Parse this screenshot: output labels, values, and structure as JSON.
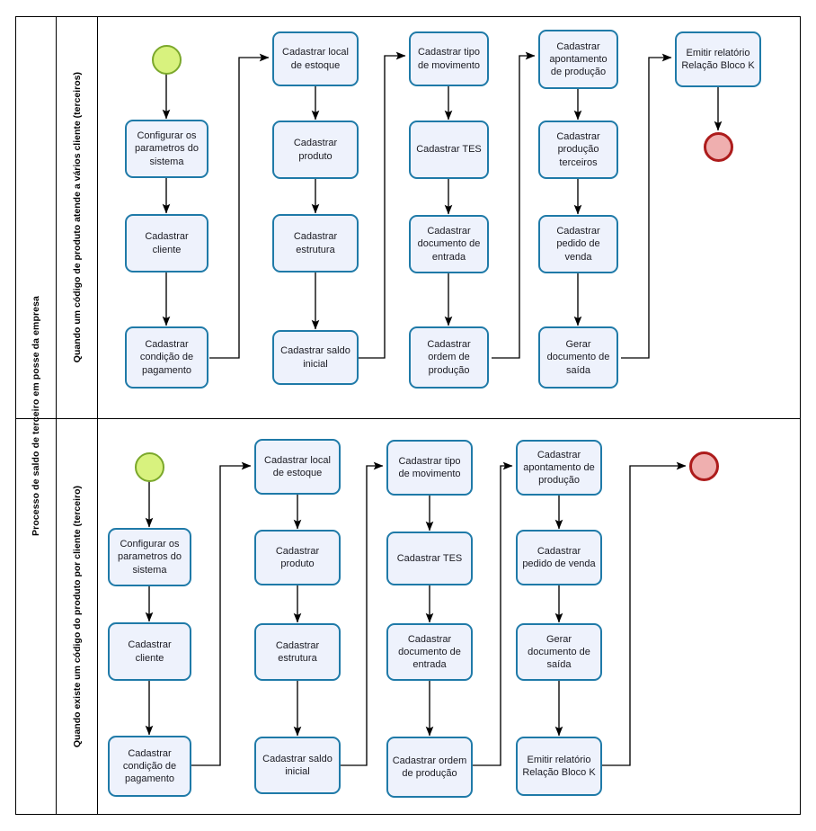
{
  "pool": {
    "title": "Processo de saldo de terceiro em posse da empresa"
  },
  "lanes": [
    {
      "id": "lane-1",
      "title": "Quando um código de produto atende a vários cliente (terceiros)",
      "start_event": {
        "name": "start-event",
        "label": ""
      },
      "end_event": {
        "name": "end-event",
        "label": ""
      },
      "tasks": [
        {
          "id": "l1-t1",
          "label": "Configurar os parametros do sistema"
        },
        {
          "id": "l1-t2",
          "label": "Cadastrar cliente"
        },
        {
          "id": "l1-t3",
          "label": "Cadastrar condição de pagamento"
        },
        {
          "id": "l1-t4",
          "label": "Cadastrar local de estoque"
        },
        {
          "id": "l1-t5",
          "label": "Cadastrar produto"
        },
        {
          "id": "l1-t6",
          "label": "Cadastrar estrutura"
        },
        {
          "id": "l1-t7",
          "label": "Cadastrar saldo inicial"
        },
        {
          "id": "l1-t8",
          "label": "Cadastrar tipo de movimento"
        },
        {
          "id": "l1-t9",
          "label": "Cadastrar TES"
        },
        {
          "id": "l1-t10",
          "label": "Cadastrar documento de entrada"
        },
        {
          "id": "l1-t11",
          "label": "Cadastrar ordem de produção"
        },
        {
          "id": "l1-t12",
          "label": "Cadastrar apontamento de produção"
        },
        {
          "id": "l1-t13",
          "label": "Cadastrar produção terceiros"
        },
        {
          "id": "l1-t14",
          "label": "Cadastrar pedido de venda"
        },
        {
          "id": "l1-t15",
          "label": "Gerar documento de saída"
        },
        {
          "id": "l1-t16",
          "label": "Emitir relatório Relação Bloco K"
        }
      ],
      "flow": [
        "start-event -> Configurar os parametros do sistema",
        "Configurar os parametros do sistema -> Cadastrar cliente",
        "Cadastrar cliente -> Cadastrar condição de pagamento",
        "Cadastrar condição de pagamento -> Cadastrar local de estoque",
        "Cadastrar local de estoque -> Cadastrar produto",
        "Cadastrar produto -> Cadastrar estrutura",
        "Cadastrar estrutura -> Cadastrar saldo inicial",
        "Cadastrar saldo inicial -> Cadastrar tipo de movimento",
        "Cadastrar tipo de movimento -> Cadastrar TES",
        "Cadastrar TES -> Cadastrar documento de entrada",
        "Cadastrar documento de entrada -> Cadastrar ordem de produção",
        "Cadastrar ordem de produção -> Cadastrar apontamento de produção",
        "Cadastrar apontamento de produção -> Cadastrar produção terceiros",
        "Cadastrar produção terceiros -> Cadastrar pedido de venda",
        "Cadastrar pedido de venda -> Gerar documento de saída",
        "Gerar documento de saída -> Emitir relatório Relação Bloco K",
        "Emitir relatório Relação Bloco K -> end-event"
      ]
    },
    {
      "id": "lane-2",
      "title": "Quando existe um código do produto por cliente (terceiro)",
      "start_event": {
        "name": "start-event",
        "label": ""
      },
      "end_event": {
        "name": "end-event",
        "label": ""
      },
      "tasks": [
        {
          "id": "l2-t1",
          "label": "Configurar os parametros do sistema"
        },
        {
          "id": "l2-t2",
          "label": "Cadastrar cliente"
        },
        {
          "id": "l2-t3",
          "label": "Cadastrar condição de pagamento"
        },
        {
          "id": "l2-t4",
          "label": "Cadastrar local de estoque"
        },
        {
          "id": "l2-t5",
          "label": "Cadastrar produto"
        },
        {
          "id": "l2-t6",
          "label": "Cadastrar estrutura"
        },
        {
          "id": "l2-t7",
          "label": "Cadastrar saldo inicial"
        },
        {
          "id": "l2-t8",
          "label": "Cadastrar tipo de movimento"
        },
        {
          "id": "l2-t9",
          "label": "Cadastrar TES"
        },
        {
          "id": "l2-t10",
          "label": "Cadastrar documento de entrada"
        },
        {
          "id": "l2-t11",
          "label": "Cadastrar ordem de produção"
        },
        {
          "id": "l2-t12",
          "label": "Cadastrar apontamento de produção"
        },
        {
          "id": "l2-t13",
          "label": "Cadastrar pedido de venda"
        },
        {
          "id": "l2-t14",
          "label": "Gerar documento de saída"
        },
        {
          "id": "l2-t15",
          "label": "Emitir relatório Relação Bloco K"
        }
      ],
      "flow": [
        "start-event -> Configurar os parametros do sistema",
        "Configurar os parametros do sistema -> Cadastrar cliente",
        "Cadastrar cliente -> Cadastrar condição de pagamento",
        "Cadastrar condição de pagamento -> Cadastrar local de estoque",
        "Cadastrar local de estoque -> Cadastrar produto",
        "Cadastrar produto -> Cadastrar estrutura",
        "Cadastrar estrutura -> Cadastrar saldo inicial",
        "Cadastrar saldo inicial -> Cadastrar tipo de movimento",
        "Cadastrar tipo de movimento -> Cadastrar TES",
        "Cadastrar TES -> Cadastrar documento de entrada",
        "Cadastrar documento de entrada -> Cadastrar ordem de produção",
        "Cadastrar ordem de produção -> Cadastrar apontamento de produção",
        "Cadastrar apontamento de produção -> Cadastrar pedido de venda",
        "Cadastrar pedido de venda -> Gerar documento de saída",
        "Gerar documento de saída -> Emitir relatório Relação Bloco K",
        "Emitir relatório Relação Bloco K -> end-event"
      ]
    }
  ],
  "colors": {
    "task_fill": "#eef2fc",
    "task_border": "#1f7aa8",
    "start_fill": "#d8f27e",
    "start_border": "#7ba82b",
    "end_fill": "#efafaf",
    "end_border": "#ad1c1c",
    "connector": "#000000",
    "pool_border": "#000000"
  }
}
